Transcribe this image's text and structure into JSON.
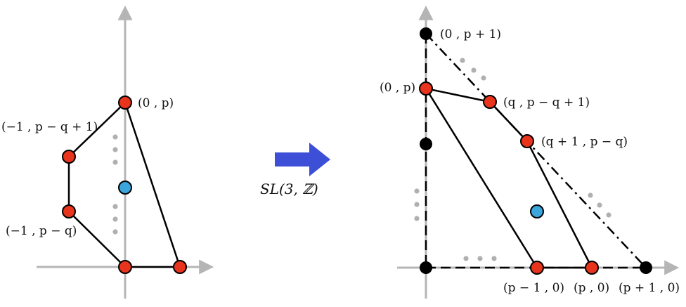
{
  "colors": {
    "axis": "#b5b5b5",
    "edge": "#000000",
    "red_point": "#e8341c",
    "black_point": "#000000",
    "blue_point": "#3ba6dc",
    "dots": "#b0b0b0",
    "arrow": "#3d4fd6"
  },
  "left_diagram": {
    "labels": {
      "top": "(0 , p)",
      "upper_left": "(−1 , p − q + 1)",
      "lower_left": "(−1 , p − q)"
    }
  },
  "middle": {
    "map_label": "SL(3, ℤ)",
    "arrow_icon": "right-arrow-icon"
  },
  "right_diagram": {
    "labels": {
      "top": "(0 , p + 1)",
      "left": "(0 , p)",
      "q_point": "(q , p − q + 1)",
      "q1_point": "(q + 1 , p − q)",
      "bottom_pm1": "(p − 1 , 0)",
      "bottom_p": "(p , 0)",
      "bottom_pp1": "(p + 1 , 0)"
    }
  }
}
